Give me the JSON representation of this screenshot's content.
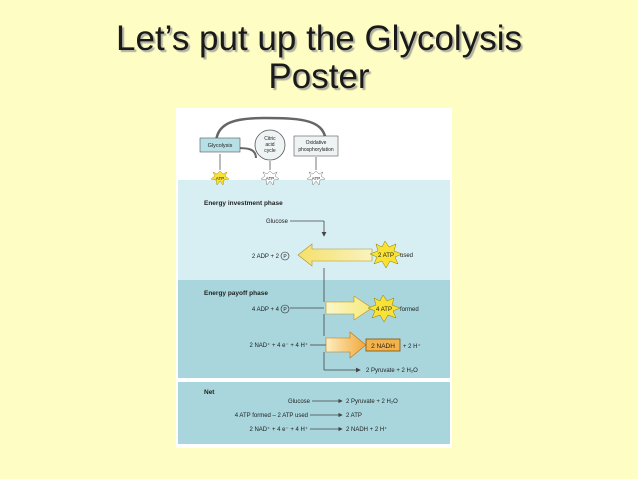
{
  "slide": {
    "title_line1": "Let’s put up the Glycolysis",
    "title_line2": "Poster"
  },
  "overview": {
    "glycolysis": "Glycolysis",
    "citric1": "Citric",
    "citric2": "acid",
    "citric3": "cycle",
    "oxphos1": "Oxidative",
    "oxphos2": "phosphorylation",
    "atp": "ATP"
  },
  "investment": {
    "header": "Energy investment phase",
    "glucose": "Glucose",
    "adp_p": "2 ADP + 2",
    "p": "P",
    "atp_in": "2 ATP",
    "used": "used"
  },
  "payoff": {
    "header": "Energy payoff phase",
    "adp_p": "4 ADP + 4",
    "p": "P",
    "atp_out": "4 ATP",
    "formed": "formed",
    "nad_in": "2 NAD⁺ + 4 e⁻ + 4 H⁺",
    "nadh": "2 NADH",
    "h": "+ 2 H⁺",
    "pyruvate": "2 Pyruvate + 2 H₂O"
  },
  "net": {
    "header": "Net",
    "r1_left": "Glucose",
    "r1_right": "2 Pyruvate + 2 H₂O",
    "r2_left": "4 ATP formed – 2 ATP used",
    "r2_right": "2 ATP",
    "r3_left": "2 NAD⁺ + 4 e⁻ + 4 H⁺",
    "r3_right": "2 NADH + 2 H⁺"
  },
  "colors": {
    "background": "#fefdc4",
    "investment_band": "#d7eff2",
    "payoff_band": "#a8d6dc",
    "net_band": "#a8d6dc",
    "arrow_yellow": "#f7f0a0",
    "arrow_orange": "#f3b24a",
    "atp_star": "#f9e233"
  }
}
